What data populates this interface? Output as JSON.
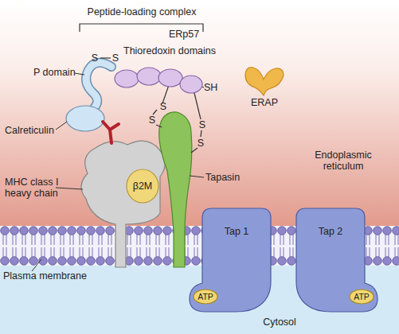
{
  "diagram": {
    "nodes": [
      {
        "text": [
          "ERAP"
        ]
      },
      {
        "text": [
          "β2M"
        ]
      },
      {
        "text": [
          "Tap 1"
        ]
      },
      {
        "text": [
          "ATP"
        ],
        "in": 2
      },
      {
        "text": [
          "Tap 2"
        ]
      },
      {
        "text": [
          "ATP"
        ],
        "in": 4
      }
    ],
    "labels": [
      "Peptide-loading complex",
      "ERp57",
      "S",
      "S",
      "Thioredoxin domains",
      "P domain",
      "SH",
      "S",
      "S",
      "S",
      "S",
      "Calreticulin",
      "Endoplasmic reticulum",
      "Tapasin",
      "MHC class I heavy chain",
      "Plasma membrane",
      "Cytosol"
    ]
  }
}
